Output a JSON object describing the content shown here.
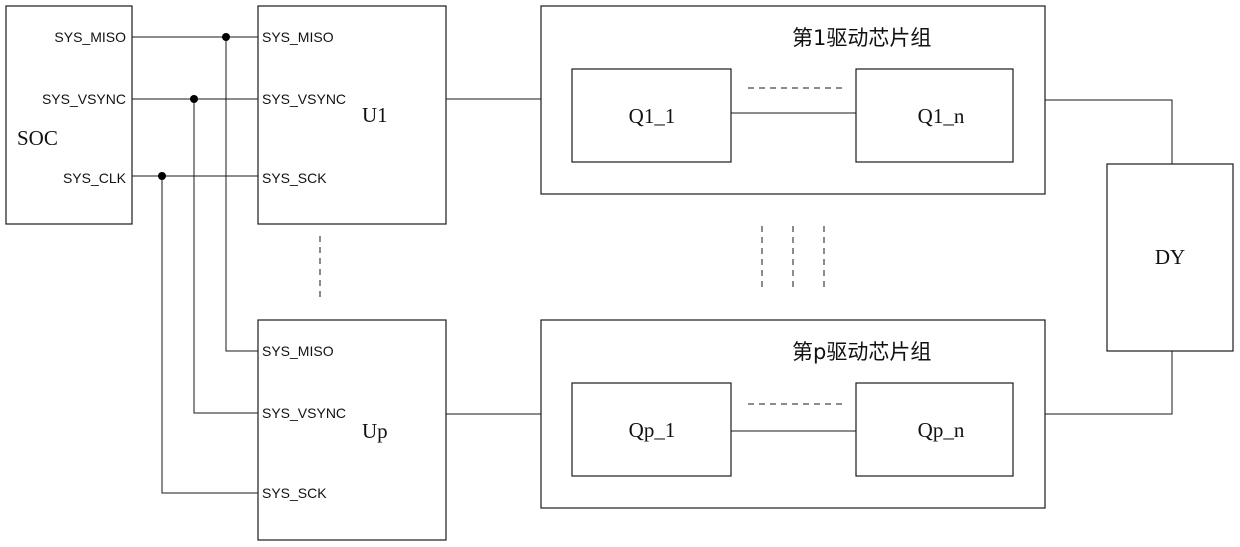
{
  "soc": {
    "label": "SOC",
    "pins": [
      "SYS_MISO",
      "SYS_VSYNC",
      "SYS_CLK"
    ]
  },
  "u1": {
    "label": "U1",
    "pins": [
      "SYS_MISO",
      "SYS_VSYNC",
      "SYS_SCK"
    ]
  },
  "up": {
    "label": "Up",
    "pins": [
      "SYS_MISO",
      "SYS_VSYNC",
      "SYS_SCK"
    ]
  },
  "group1": {
    "title": "第1驱动芯片组",
    "first_chip": "Q1_1",
    "last_chip": "Q1_n"
  },
  "groupp": {
    "title": "第p驱动芯片组",
    "first_chip": "Qp_1",
    "last_chip": "Qp_n"
  },
  "dy": {
    "label": "DY"
  }
}
